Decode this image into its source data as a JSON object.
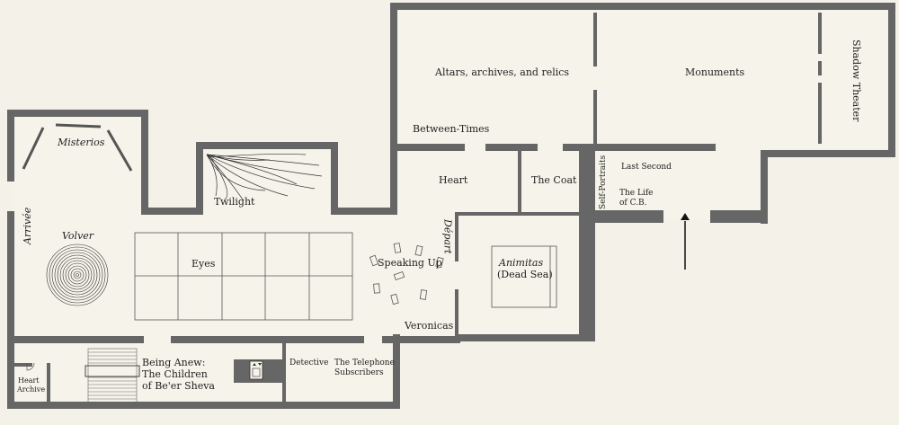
{
  "labels": {
    "misterios": "Misterios",
    "twilight": "Twilight",
    "arrivee": "Arrivée",
    "volver": "Volver",
    "eyes": "Eyes",
    "speaking_up": "Speaking Up",
    "depart": "Départ",
    "altars": "Altars, archives, and relics",
    "monuments": "Monuments",
    "shadow_theater": "Shadow Theater",
    "between_times": "Between-Times",
    "heart": "Heart",
    "the_coat": "The Coat",
    "self_portraits": "Self-Portraits",
    "last_second": "Last Second",
    "life_cb_1": "The Life",
    "life_cb_2": "of C.B.",
    "animitas_1": "Animitas",
    "animitas_2": "(Dead Sea)",
    "veronicas": "Veronicas",
    "being_anew_1": "Being Anew:",
    "being_anew_2": "The Children",
    "being_anew_3": "of Be'er Sheva",
    "detective": "Detective",
    "telephone_1": "The Telephone",
    "telephone_2": "Subscribers",
    "heart_archive_1": "Heart",
    "heart_archive_2": "Archive"
  },
  "colors": {
    "wall": "#666666",
    "background": "#f4f1e8",
    "floor": "#f6f3ea"
  }
}
